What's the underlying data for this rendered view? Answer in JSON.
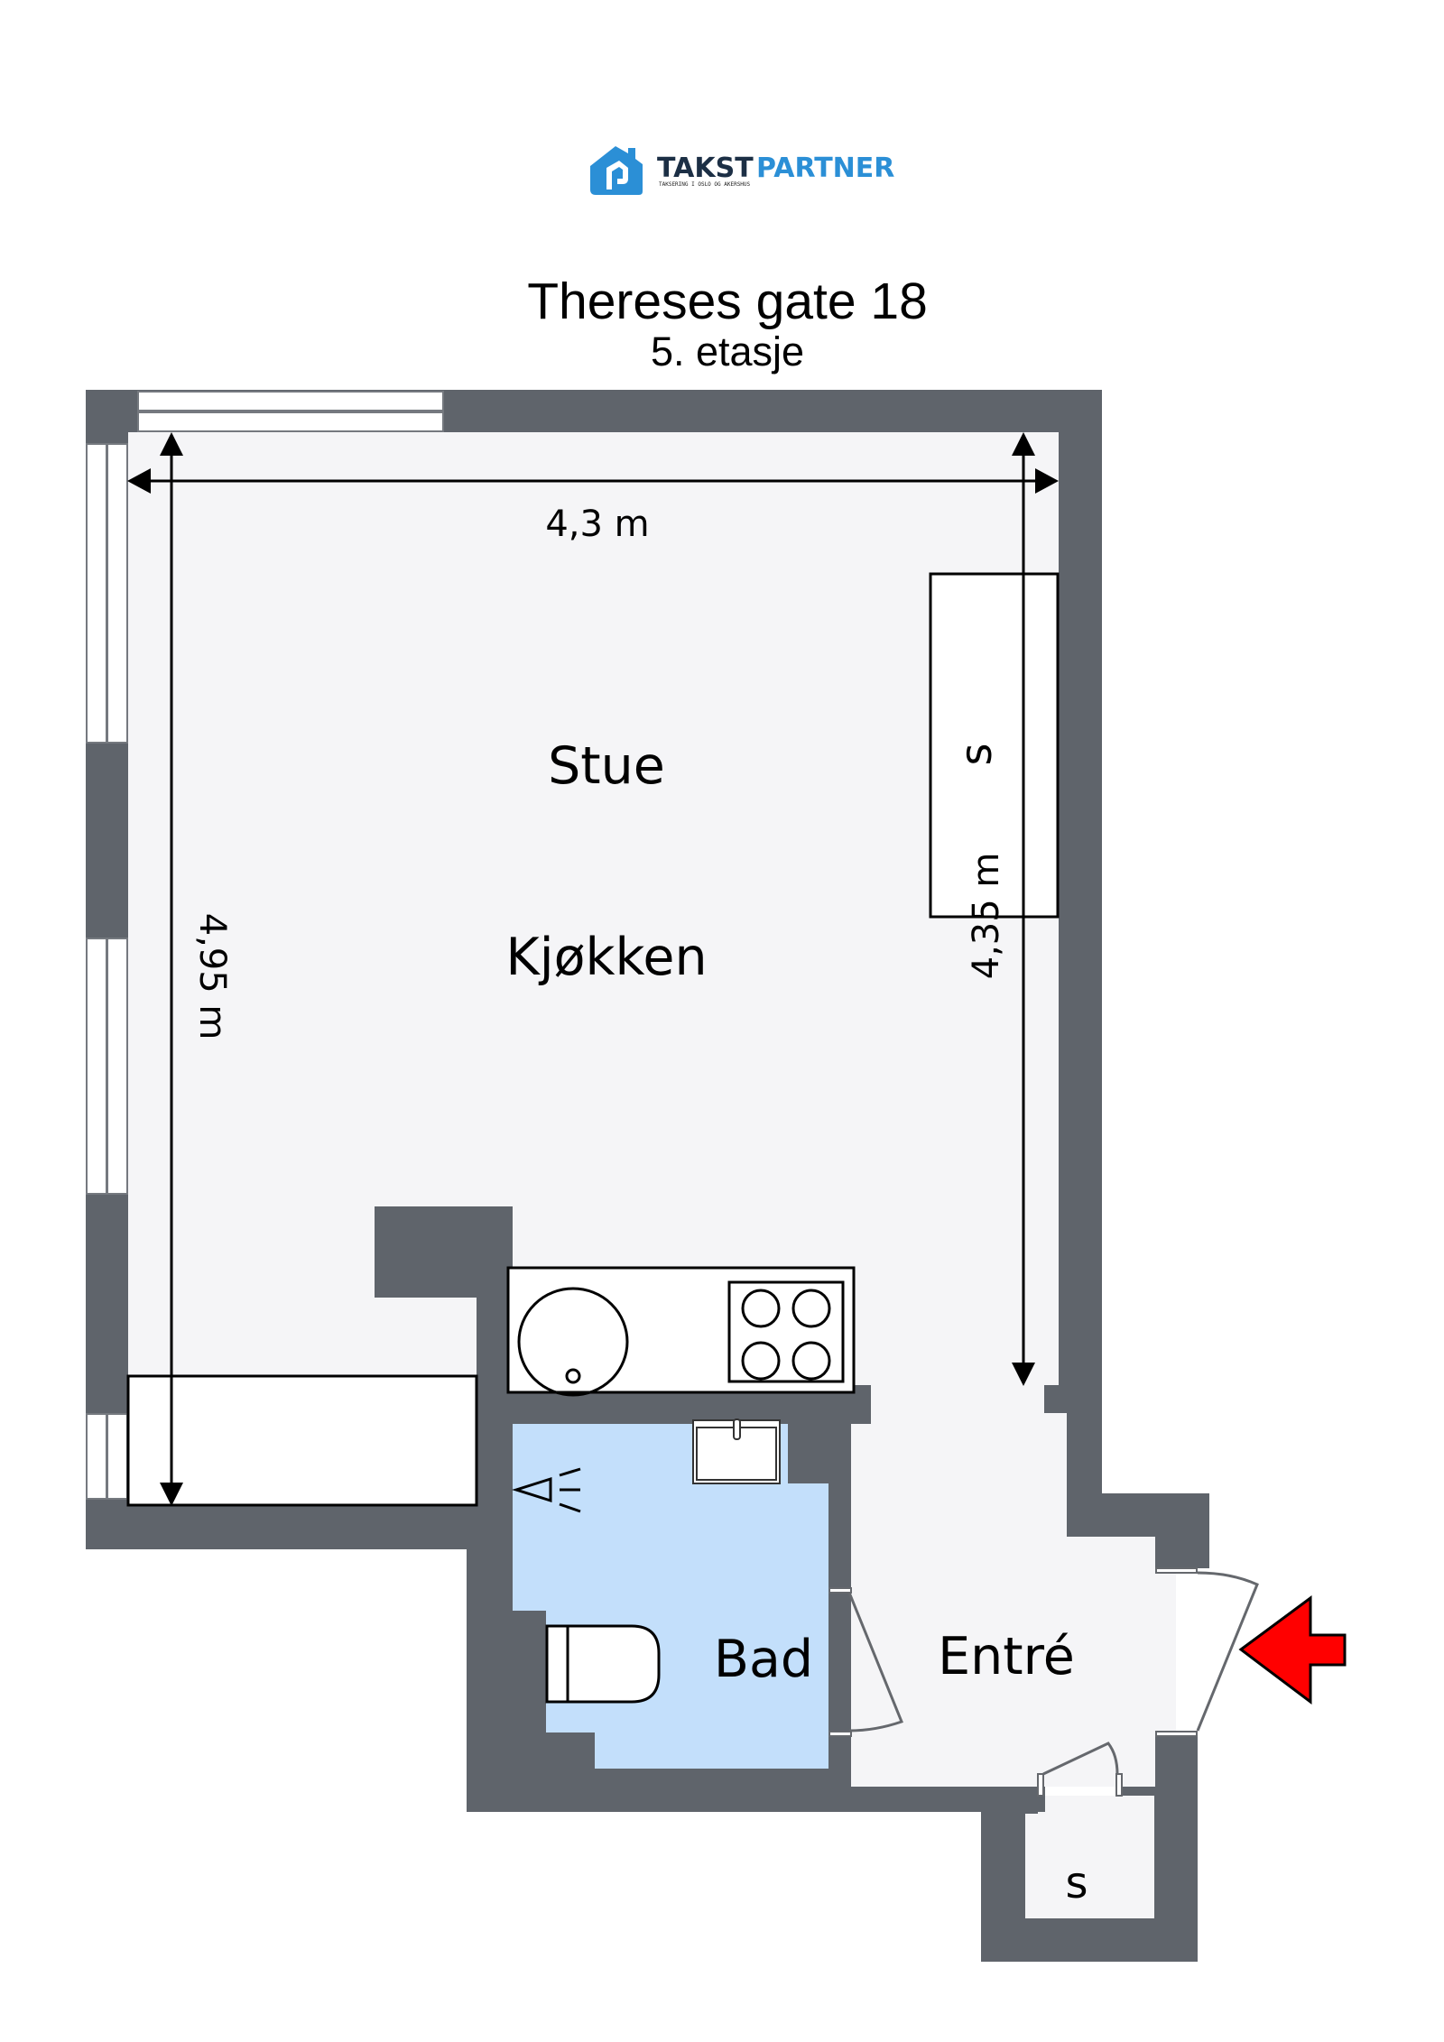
{
  "logo": {
    "brand_dark": "TAKST",
    "brand_blue": "PARTNER",
    "tagline": "TAKSERING I OSLO OG AKERSHUS",
    "icon": "house-icon",
    "colors": {
      "dark": "#1c2f45",
      "blue": "#2b8fd6"
    }
  },
  "header": {
    "title": "Thereses gate 18",
    "subtitle": "5. etasje"
  },
  "rooms": {
    "living": "Stue",
    "kitchen": "Kjøkken",
    "bath": "Bad",
    "entry": "Entré",
    "wardrobe": "s",
    "storage": "s"
  },
  "dimensions": {
    "width": "4,3 m",
    "left_height": "4,95 m",
    "right_height": "4,35 m"
  },
  "legend": {
    "entrance_arrow": "entrance-arrow-icon",
    "entrance_color": "#ff0000"
  },
  "colors": {
    "wall": "#5f646b",
    "floor": "#f5f5f7",
    "bathroom": "#c3dffb"
  }
}
